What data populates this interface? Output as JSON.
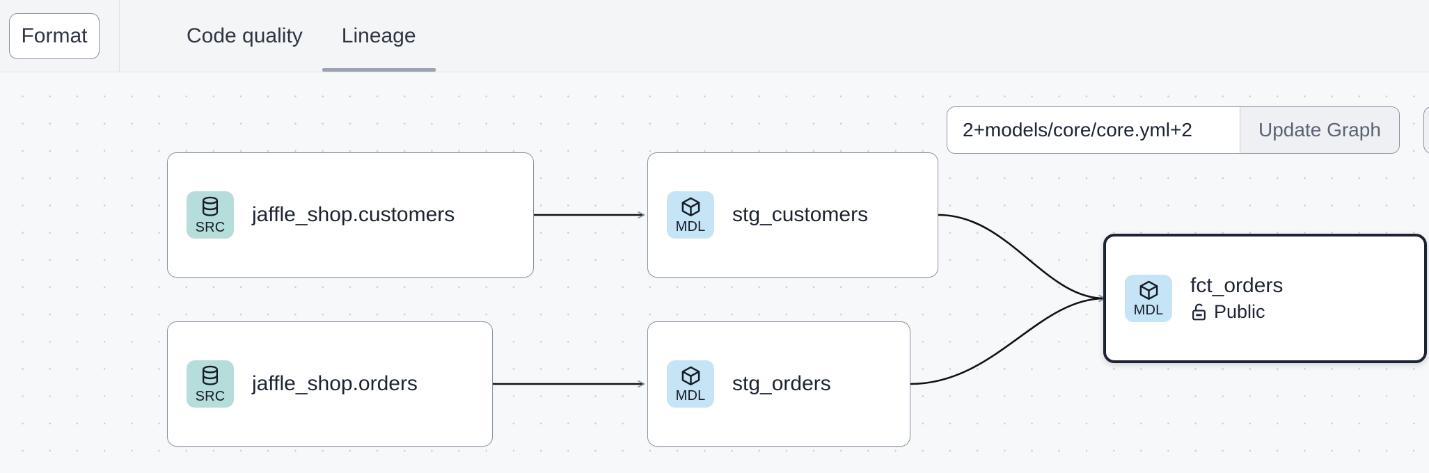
{
  "toolbar": {
    "format_button": "Format",
    "tabs": [
      {
        "label": "Code quality",
        "active": false
      },
      {
        "label": "Lineage",
        "active": true
      }
    ]
  },
  "controls": {
    "query_value": "2+models/core/core.yml+2",
    "query_placeholder": "2+models/core/core.yml+2",
    "update_button": "Update Graph"
  },
  "graph": {
    "nodes": [
      {
        "id": "src_customers",
        "badge": "SRC",
        "badge_icon": "database-icon",
        "title": "jaffle_shop.customers",
        "subtitle": "",
        "selected": false
      },
      {
        "id": "stg_customers",
        "badge": "MDL",
        "badge_icon": "cube-icon",
        "title": "stg_customers",
        "subtitle": "",
        "selected": false
      },
      {
        "id": "src_orders",
        "badge": "SRC",
        "badge_icon": "database-icon",
        "title": "jaffle_shop.orders",
        "subtitle": "",
        "selected": false
      },
      {
        "id": "stg_orders",
        "badge": "MDL",
        "badge_icon": "cube-icon",
        "title": "stg_orders",
        "subtitle": "",
        "selected": false
      },
      {
        "id": "fct_orders",
        "badge": "MDL",
        "badge_icon": "cube-icon",
        "title": "fct_orders",
        "subtitle": "Public",
        "subtitle_icon": "unlock-icon",
        "selected": true
      }
    ],
    "edges": [
      {
        "from": "src_customers",
        "to": "stg_customers"
      },
      {
        "from": "src_orders",
        "to": "stg_orders"
      },
      {
        "from": "stg_customers",
        "to": "fct_orders"
      },
      {
        "from": "stg_orders",
        "to": "fct_orders"
      }
    ]
  },
  "colors": {
    "src_badge": "#b5ddd9",
    "mdl_badge": "#c5e4f5",
    "canvas": "#f7f8fa",
    "toolbar": "#f4f5f7",
    "node_border": "#8a91a0",
    "selected_border": "#1c2333",
    "tab_underline": "#9aa2b1",
    "edge_line": "#111111",
    "arrowhead": "#8a91a0"
  }
}
